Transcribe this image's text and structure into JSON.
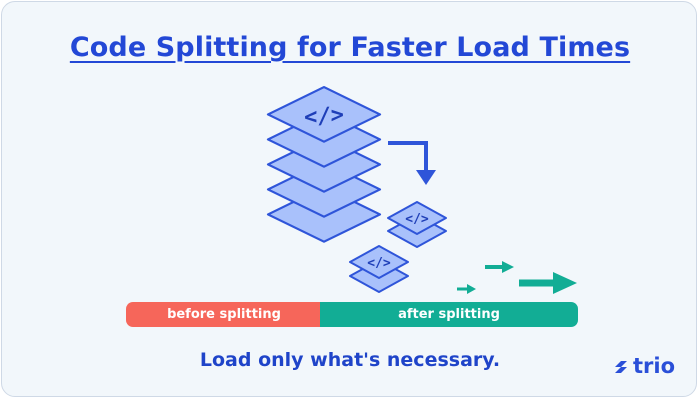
{
  "title": "Code Splitting for Faster Load Times",
  "labels": {
    "before": "before splitting",
    "after": "after splitting"
  },
  "tagline": "Load only what's necessary.",
  "logo": {
    "text": "trio",
    "icon": "trio-logo-icon"
  },
  "colors": {
    "title": "#2348d6",
    "tile_fill": "#a9c1fb",
    "tile_stroke": "#2f55d9",
    "code_glyph": "#1f3fb8",
    "before_bar": "#f6665a",
    "after_bar": "#12ad95",
    "arrow_blue": "#2f55d9",
    "arrow_teal": "#12ad95"
  },
  "icons": {
    "code": "code-bracket-icon",
    "flow_arrow": "elbow-arrow-down-icon",
    "speed_arrow": "speed-arrow-icon"
  }
}
